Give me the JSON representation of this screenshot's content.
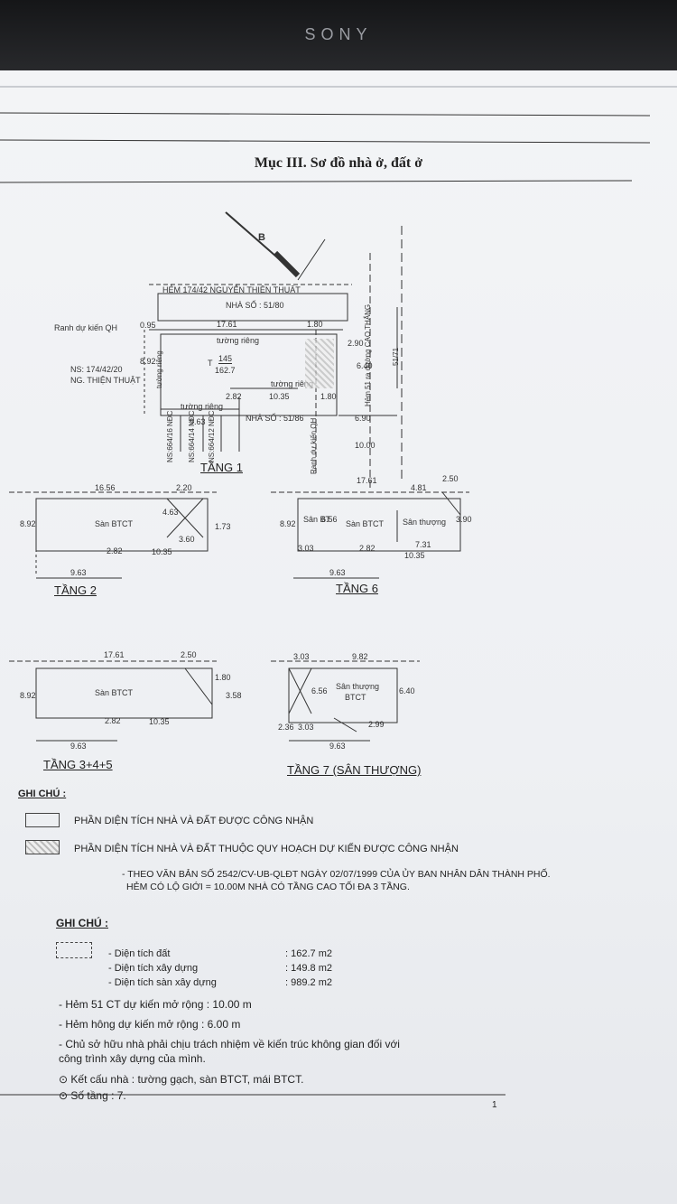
{
  "monitor": {
    "brand": "SONY"
  },
  "title": "Mục III. Sơ đồ nhà ở, đất ở",
  "site": {
    "alley_top": "HẺM 174/42 NGUYỄN THIỆN THUẬT",
    "house_no_top": "NHÀ SỐ : 51/80",
    "planned_boundary": "Ranh dự kiến QH",
    "neighbor_left_1": "NS: 174/42/20",
    "neighbor_left_2": "NG. THIỆN THUẬT",
    "wall_1": "tường riêng",
    "wall_2": "tường riêng",
    "wall_3": "tường riêng",
    "wall_v": "tường riêng",
    "lot_no": "145",
    "lot_area": "162.7",
    "t": "T",
    "house_no_bottom": "NHÀ SỐ : 51/86",
    "alley_right": "Hẻm 51 ra đường CAO THẮNG",
    "planned_boundary_v": "Ranh dự kiến QH",
    "road_code": "51/71",
    "north": "B",
    "neighbors_bottom": [
      "NS:664/16 NĐC",
      "NS:664/14 NĐC",
      "NS:664/12 NĐC"
    ],
    "dims": {
      "d1761": "17.61",
      "d180": "1.80",
      "d892": "8.92",
      "d095": "0.95",
      "d1035": "10.35",
      "d180b": "1.80",
      "d963": "9.63",
      "d690": "6.90",
      "d1000": "10.00",
      "d640": "6.40",
      "d290": "2.90",
      "d282": "2.82"
    }
  },
  "floors": {
    "f1": "TẦNG 1",
    "f2": "TẦNG 2",
    "f6": "TẦNG 6",
    "f345": "TẦNG 3+4+5",
    "f7": "TẦNG 7 (SÂN THƯỢNG)"
  },
  "f2": {
    "d1656": "16.56",
    "d220": "2.20",
    "d463": "4.63",
    "d892": "8.92",
    "d360": "3.60",
    "d173": "1.73",
    "d282": "2.82",
    "d1035": "10.35",
    "d963": "9.63",
    "label": "Sàn BTCT"
  },
  "f6": {
    "d1761": "17.61",
    "d481": "4.81",
    "d250": "2.50",
    "d892": "8.92",
    "d656": "6.56",
    "d303": "3.03",
    "d282": "2.82",
    "d731": "7.31",
    "d1035": "10.35",
    "d963": "9.63",
    "d390": "3.90",
    "san_bt": "Sân BT",
    "san_btct": "Sàn BTCT",
    "san_thuong": "Sân thượng"
  },
  "f345": {
    "d1761": "17.61",
    "d250": "2.50",
    "d892": "8.92",
    "d282": "2.82",
    "d1035": "10.35",
    "d963": "9.63",
    "d358": "3.58",
    "d180": "1.80",
    "label": "Sàn BTCT"
  },
  "f7": {
    "d303a": "3.03",
    "d982": "9.82",
    "d656": "6.56",
    "d640": "6.40",
    "d236": "2.36",
    "d303b": "3.03",
    "d299": "2.99",
    "d963": "9.63",
    "label1": "Sân thượng",
    "label2": "BTCT"
  },
  "notes1": {
    "heading": "GHI CHÚ :",
    "item1": "PHẦN DIỆN TÍCH NHÀ VÀ ĐẤT ĐƯỢC CÔNG NHẬN",
    "item2": "PHẦN DIỆN TÍCH NHÀ VÀ ĐẤT THUỘC QUY HOẠCH DỰ KIẾN ĐƯỢC CÔNG NHẬN",
    "line1": "- THEO VĂN BẢN SỐ 2542/CV-UB-QLĐT NGÀY 02/07/1999 CỦA ỦY BAN NHÂN DÂN THÀNH PHỐ.",
    "line2": "HẺM CÓ LỘ GIỚI = 10.00M NHÀ CÓ TẦNG CAO TỐI ĐA 3 TẦNG."
  },
  "notes2": {
    "heading": "GHI CHÚ :",
    "area_land_label": "- Diện tích đất",
    "area_land_value": ": 162.7 m2",
    "area_build_label": "- Diện tích xây dựng",
    "area_build_value": ": 149.8 m2",
    "area_floor_label": "- Diện tích sàn xây dựng",
    "area_floor_value": ": 989.2 m2",
    "l1": "- Hẻm 51 CT dự kiến mở rộng : 10.00 m",
    "l2": "- Hẻm hông dự kiến mở rộng : 6.00 m",
    "l3a": "- Chủ sở hữu nhà phải chịu trách nhiệm về kiến trúc không gian đối với",
    "l3b": "công trình xây dựng của mình.",
    "l4": "⊙ Kết cấu nhà : tường gạch, sàn BTCT, mái BTCT.",
    "l5": "⊙ Số tầng : 7.",
    "page": "1"
  }
}
